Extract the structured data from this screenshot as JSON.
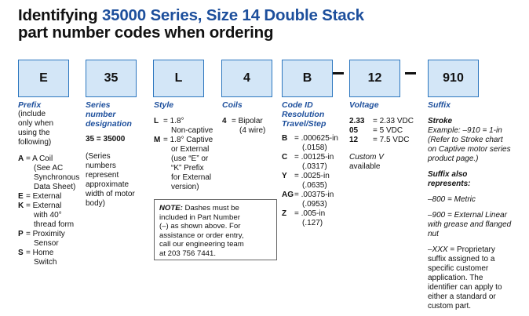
{
  "title": {
    "line1_prefix": "Identifying ",
    "line1_accent": "35000 Series, Size 14 Double Stack",
    "line2": "part number codes when ordering"
  },
  "boxes": [
    "E",
    "35",
    "L",
    "4",
    "B",
    "12",
    "910"
  ],
  "dashes": [
    "–",
    "–"
  ],
  "prefix": {
    "heading": "Prefix",
    "note": [
      "(include",
      "only when",
      "using the",
      "following)"
    ],
    "items": [
      {
        "code": "A",
        "eq": "= A Coil",
        "rest": [
          "(See AC",
          "Synchronous",
          "Data Sheet)"
        ]
      },
      {
        "code": "E",
        "eq": "= External",
        "rest": []
      },
      {
        "code": "K",
        "eq": "= External",
        "rest": [
          "with 40°",
          "thread form"
        ]
      },
      {
        "code": "P",
        "eq": "= Proximity",
        "rest": [
          "Sensor"
        ]
      },
      {
        "code": "S",
        "eq": "= Home",
        "rest": [
          "Switch"
        ]
      }
    ]
  },
  "series": {
    "heading": [
      "Series",
      "number",
      "designation"
    ],
    "value_code": "35",
    "value_eq": " = 35000",
    "note": [
      "(Series",
      "numbers",
      "represent",
      "approximate",
      "width of motor",
      "body)"
    ]
  },
  "style": {
    "heading": "Style",
    "items": [
      {
        "code": "L",
        "eq": "= 1.8°",
        "rest": [
          "Non-captive"
        ]
      },
      {
        "code": "M",
        "eq": "= 1.8° Captive",
        "rest": [
          "or External",
          "(use “E” or",
          "“K” Prefix",
          "for External",
          "version)"
        ]
      }
    ]
  },
  "coils": {
    "heading": "Coils",
    "code": "4",
    "eq": "= Bipolar",
    "rest": "(4 wire)"
  },
  "code_id": {
    "heading": [
      "Code ID",
      "Resolution",
      "Travel/Step"
    ],
    "items": [
      {
        "code": "B",
        "eq": "= .000625-in",
        "sub": "(.0158)"
      },
      {
        "code": "C",
        "eq": "= .00125-in",
        "sub": "(.0317)"
      },
      {
        "code": "Y",
        "eq": "= .0025-in",
        "sub": "(.0635)"
      },
      {
        "code": "AG",
        "eq": "= .00375-in",
        "sub": "(.0953)"
      },
      {
        "code": "Z",
        "eq": "= .005-in",
        "sub": "(.127)"
      }
    ]
  },
  "voltage": {
    "heading": "Voltage",
    "items": [
      {
        "code": "2.33",
        "eq": "= 2.33 VDC"
      },
      {
        "code": "05",
        "eq": "= 5 VDC"
      },
      {
        "code": "12",
        "eq": "= 7.5 VDC"
      }
    ],
    "custom": [
      "Custom V",
      "available"
    ]
  },
  "suffix": {
    "heading": "Suffix",
    "stroke_label": "Stroke",
    "stroke_lines": [
      "Example: –910 = 1-in",
      "(Refer to Stroke chart",
      "on Captive motor series",
      "product page.)"
    ],
    "also": [
      "Suffix also",
      "represents:"
    ],
    "metric": "–800 = Metric",
    "linear": [
      "–900 = External Linear",
      "with grease and flanged",
      "nut"
    ],
    "xxx_code": "–XXX",
    "xxx_lines": [
      " = Proprietary",
      "suffix assigned to a",
      "specific customer",
      "application.  The",
      "identifier can apply to",
      "either a standard or",
      "custom part."
    ]
  },
  "note_box": {
    "label": "NOTE:",
    "first": " Dashes must be",
    "lines": [
      "included in Part Number",
      "(–) as shown above. For",
      "assistance or order entry,",
      "call our engineering team",
      "at 203 756 7441."
    ]
  }
}
